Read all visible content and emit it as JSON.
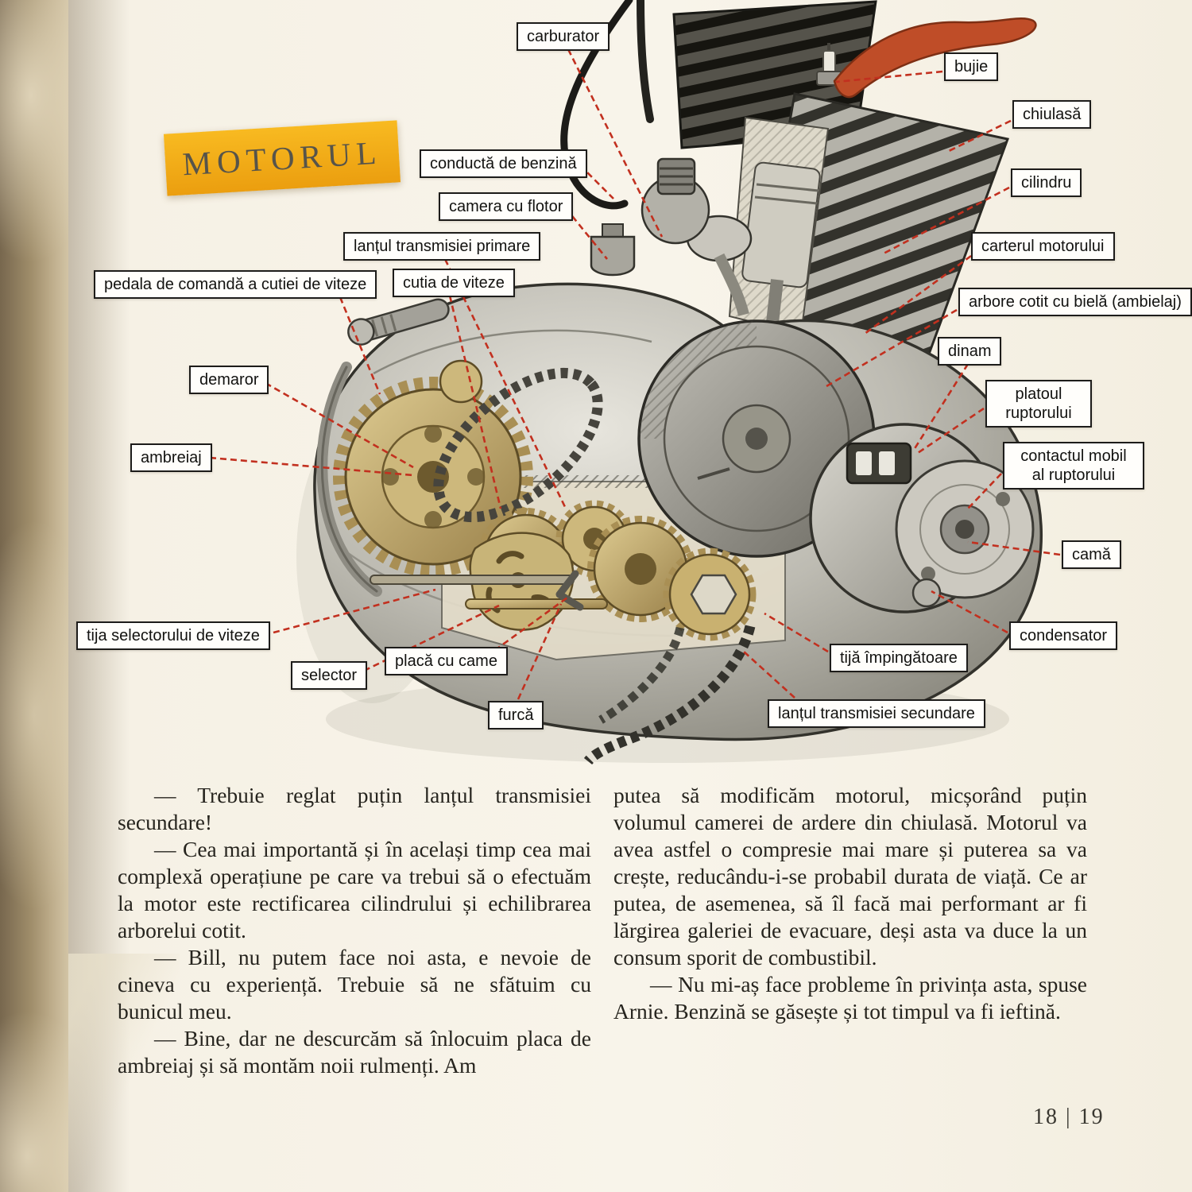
{
  "page": {
    "badge": "MOTORUL",
    "page_number": "18 | 19"
  },
  "colors": {
    "badge": "#f3a81c",
    "leader_line": "#c2301f",
    "paper": "#f7f2e7",
    "label_border": "#1d1c1a"
  },
  "diagram": {
    "labels": [
      {
        "text": "carburator"
      },
      {
        "text": "bujie"
      },
      {
        "text": "chiulasă"
      },
      {
        "text": "conductă de benzină"
      },
      {
        "text": "camera cu flotor"
      },
      {
        "text": "cilindru"
      },
      {
        "text": "lanțul transmisiei primare"
      },
      {
        "text": "carterul motorului"
      },
      {
        "text": "pedala de comandă a cutiei de viteze"
      },
      {
        "text": "cutia de viteze"
      },
      {
        "text": "arbore cotit cu bielă (ambielaj)"
      },
      {
        "text": "dinam"
      },
      {
        "text": "demaror"
      },
      {
        "text": "platoul ruptorului"
      },
      {
        "text": "ambreiaj"
      },
      {
        "text": "contactul mobil al ruptorului"
      },
      {
        "text": "camă"
      },
      {
        "text": "tija selectorului de viteze"
      },
      {
        "text": "condensator"
      },
      {
        "text": "selector"
      },
      {
        "text": "placă cu came"
      },
      {
        "text": "tijă împingătoare"
      },
      {
        "text": "furcă"
      },
      {
        "text": "lanțul transmisiei secundare"
      }
    ]
  },
  "body": {
    "left_column": [
      "— Trebuie reglat puțin lanțul transmisiei secundare!",
      "— Cea mai importantă și în același timp cea mai complexă operațiune pe care va trebui să o efectuăm la motor este rectificarea cilindrului și echilibrarea arborelui cotit.",
      "— Bill, nu putem face noi asta, e nevoie de cineva cu experiență. Trebuie să ne sfătuim cu bunicul meu.",
      "— Bine, dar ne descurcăm să înlocuim placa de ambreiaj și să montăm noii rulmenți. Am"
    ],
    "right_column": [
      "putea să modificăm motorul, micșorând puțin volumul camerei de ardere din chiulasă. Motorul va avea astfel o compresie mai mare și puterea sa va crește, reducându-i-se probabil durata de viață. Ce ar putea, de asemenea, să îl facă mai performant ar fi lărgirea galeriei de evacuare, deși asta va duce la un consum sporit de combustibil.",
      "— Nu mi-aș face probleme în privința asta, spuse Arnie. Benzină se găsește și tot timpul va fi ieftină."
    ]
  }
}
